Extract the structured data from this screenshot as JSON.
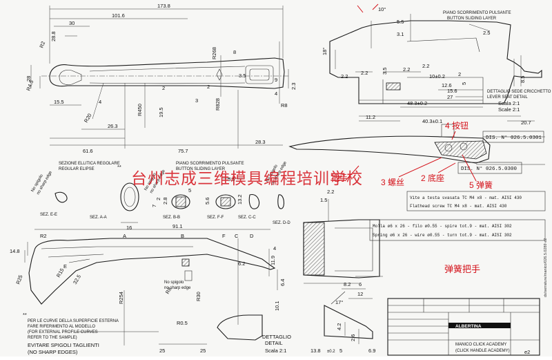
{
  "top_view": {
    "dims": [
      "173.8",
      "101.6",
      "30",
      "28.8",
      "R2",
      "28",
      "R4.5",
      "15.5",
      "R20",
      "4",
      "R450",
      "19.5",
      "2",
      "26.3",
      "61.6",
      "75.7",
      "28.3",
      "3",
      "R268",
      "8",
      "9",
      "4",
      "R828",
      "R8",
      "2",
      "2.3",
      "3.5"
    ]
  },
  "right_view": {
    "title1": "PIANO SCORRIMENTO PULSANTE",
    "title2": "BUTTON SLIDING LAYER",
    "dims": [
      "10°",
      "5.5",
      "3.1",
      "2.5",
      "18°",
      "2.2",
      "3.5",
      "2.2",
      "10±0.2",
      "2",
      "12.6",
      "15.6",
      "27",
      "48.3±0.2",
      "11.2",
      "40.3±0.1",
      "20.7",
      "5",
      "8.5",
      "2.2",
      "2.2"
    ],
    "detail1": "DETTAGLIO SEDE CRICCHETTO",
    "detail2": "LEVER SEAT DETAIL",
    "scale1": "Scala 2:1",
    "scale2": "Scale 2:1"
  },
  "sections": {
    "ellipse_it": "SEZIONE ELLITICA REGOLARE",
    "ellipse_en": "REGULAR ELIPSE",
    "sliding_it": "PIANO SCORRIMENTO PULSANTE",
    "sliding_en": "BUTTON SLIDING LAYER",
    "spigolo_labels": [
      "No spigolo",
      "no sharp edge",
      "No spigolo",
      "no sharp edge",
      "No spigolo",
      "no sharp edge",
      "no sharp edge"
    ],
    "labels": [
      "SEZ. E-E",
      "SEZ. A-A",
      "SEZ. B-B",
      "SEZ. F-F",
      "SEZ. C-C",
      "SEZ. D-D"
    ],
    "dims": [
      "16",
      "2",
      "5.5",
      "5.6",
      "5",
      "13.2",
      "1.5",
      "7",
      "2.8",
      "2.2"
    ]
  },
  "watermark": "台州志成三维模具编程培训学校",
  "annotations": {
    "handle": "把手",
    "screw": "3 螺丝",
    "base": "2 底座",
    "spring": "5 弹簧",
    "button": "4 按钮",
    "spring_handle": "弹簧把手"
  },
  "parts": {
    "dis1": "DIS. N° 026.5.0301",
    "dis2": "DIS. N° 026.5.0300",
    "screw_it": "Vite a testa svasata TC M4 x8 - mat. AISI 430",
    "screw_en": "Flathead screw TC M4 x8 - mat. AISI 430",
    "spring_it": "Molla ø6 x 26 - filo ø0.55 - spire tot.9 - mat. AISI 302",
    "spring_en": "Spring ø6 x 26 - wire ø0.55 - turn tot.9 - mat. AISI 302"
  },
  "front_view": {
    "dims": [
      "91.1",
      "14.8",
      "R2",
      "R25",
      "R15",
      "32.5",
      "R254",
      "R8",
      "R30",
      "R0.5",
      "25",
      "25",
      "11.9",
      "6.4",
      "10.1",
      "4",
      "6.2",
      "6"
    ]
  },
  "notes": {
    "line1": "PER LE CURVE DELLA SUPERFICIE ESTERNA",
    "line2": "FARE RIFERIMENTO AL MODELLO",
    "line3": "(FOR EXTERNAL PROFILE CURVES",
    "line4": "REFER TO THE SAMPLE)",
    "line5": "EVITARE SPIGOLI TAGLIENTI",
    "line6": "(NO SHARP EDGES)"
  },
  "detail_view": {
    "label1": "DETTAGLIO",
    "label2": "DETAIL",
    "scale": "Scala 2:1",
    "dims": [
      "8.2",
      "12",
      "17°",
      "4.2",
      "2.6",
      "13.8",
      "5",
      "6.9",
      "±0.2"
    ]
  },
  "title_block": {
    "company1": "MANICO CLICK ACADEMY",
    "company2": "(CLICK HANDLE ACADEMY)",
    "brand": "ALBERTINA",
    "vertical_code": "ds/serrature/manico/026.5.0289 e2",
    "rev": "e2"
  }
}
